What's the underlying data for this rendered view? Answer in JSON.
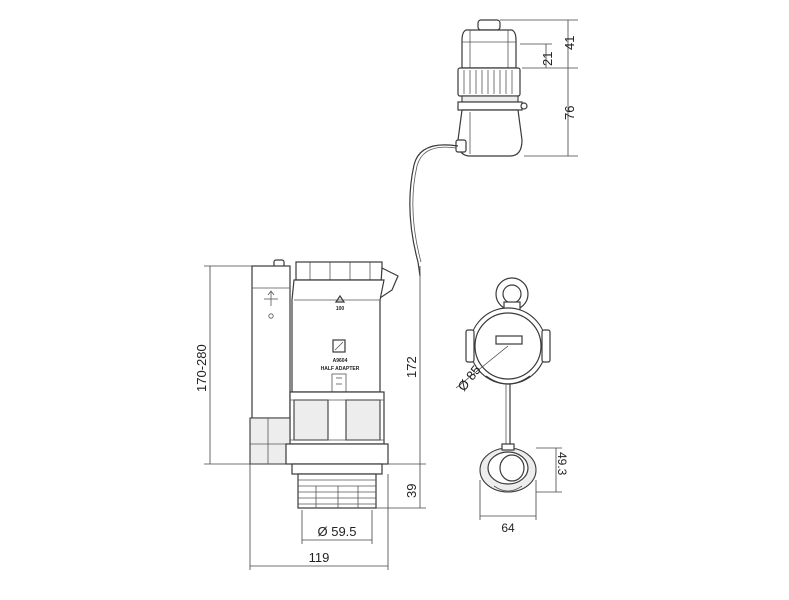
{
  "dimensions": {
    "top_total": "41",
    "top_cap": "21",
    "button_height": "76",
    "valve_range": "170-280",
    "valve_total": "172",
    "thread_height": "39",
    "thread_diameter": "Ø 59.5",
    "base_width": "119",
    "cutout_diameter": "Ø 85",
    "seal_height": "49.3",
    "seal_width": "64"
  },
  "labels": {
    "adapter_code": "A9604",
    "adapter_label": "HALF ADAPTER",
    "arrow_label": "100"
  },
  "colors": {
    "line": "#3a3a3a",
    "fill": "#ffffff",
    "shade": "#ededed"
  }
}
